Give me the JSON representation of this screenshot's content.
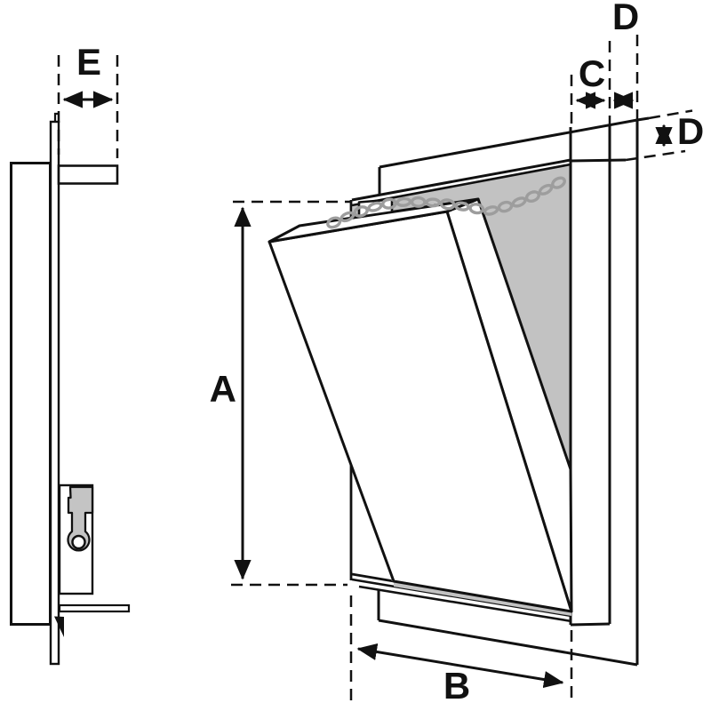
{
  "diagram": {
    "type": "technical-dimension-drawing",
    "views": {
      "side_view": "panel profile with flange and latch",
      "main_view": "open hatch door with retaining chain over opening"
    },
    "labels": {
      "A": "A",
      "B": "B",
      "C": "C",
      "D_top": "D",
      "D_side": "D",
      "E": "E"
    },
    "colors": {
      "line": "#111111",
      "background": "#ffffff",
      "opening_interior_gray": "#c2c2c2",
      "latch_gray": "#c4c4c4",
      "chain_gray": "#9d9d9d"
    }
  }
}
